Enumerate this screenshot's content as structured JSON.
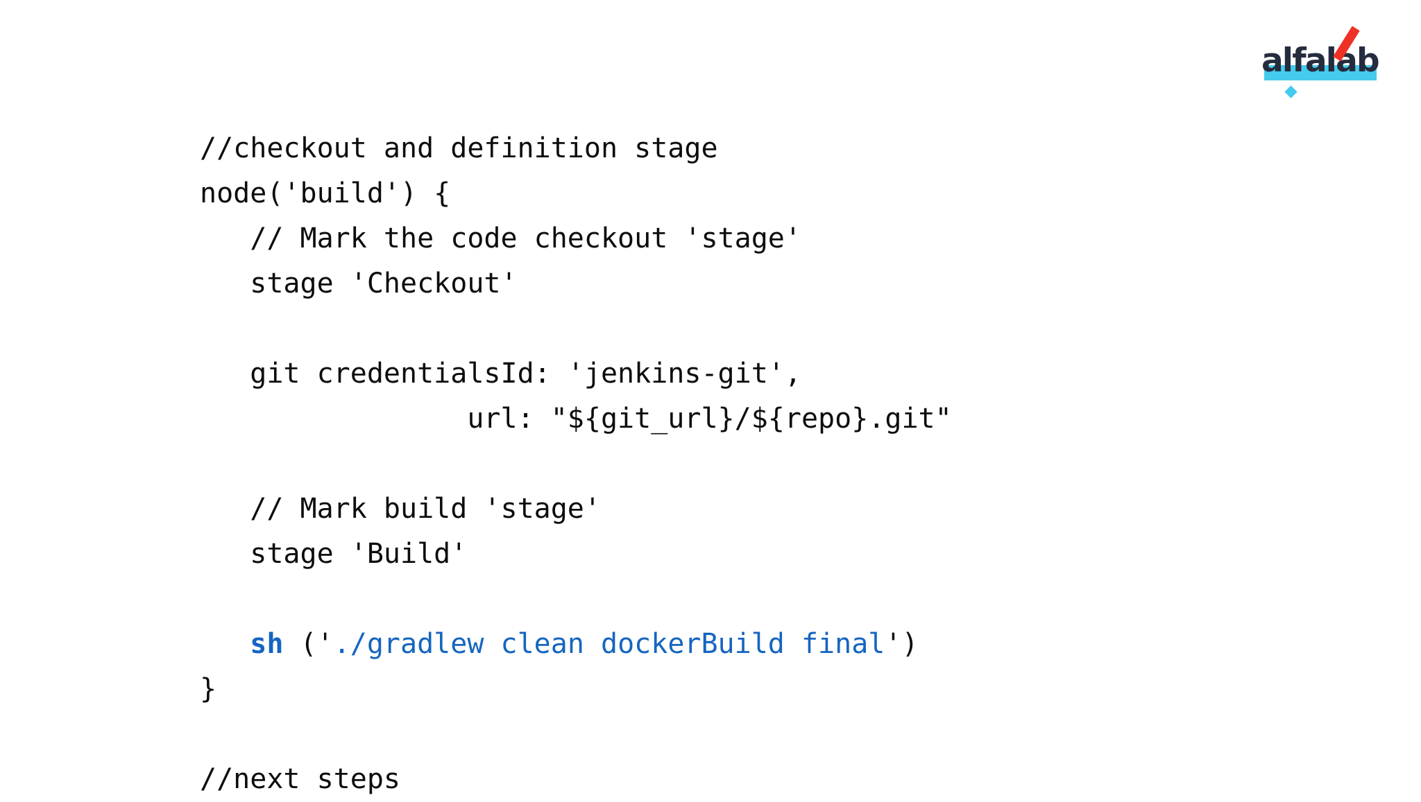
{
  "slide": {
    "background_color": "#ffffff",
    "text_color": "#0d0d0d"
  },
  "logo": {
    "wordmark": "alfalab",
    "wordmark_color": "#252C3E",
    "bar_color": "#45CBEE",
    "accent_color": "#EE3124",
    "diamond_color": "#45CBEE"
  },
  "code": {
    "language": "groovy",
    "lines": [
      {
        "indent": 0,
        "segments": [
          {
            "type": "comment",
            "text": "//checkout and definition stage"
          }
        ]
      },
      {
        "indent": 0,
        "segments": [
          {
            "type": "plain",
            "text": "node('build') {"
          }
        ]
      },
      {
        "indent": 1,
        "segments": [
          {
            "type": "comment",
            "text": "// Mark the code checkout 'stage'"
          }
        ]
      },
      {
        "indent": 1,
        "segments": [
          {
            "type": "plain",
            "text": "stage 'Checkout'"
          }
        ]
      },
      {
        "indent": 0,
        "segments": [
          {
            "type": "plain",
            "text": ""
          }
        ]
      },
      {
        "indent": 1,
        "segments": [
          {
            "type": "plain",
            "text": "git credentialsId: 'jenkins-git',"
          }
        ]
      },
      {
        "indent": 0,
        "segments": [
          {
            "type": "plain",
            "text": "                url: \"${git_url}/${repo}.git\""
          }
        ]
      },
      {
        "indent": 0,
        "segments": [
          {
            "type": "plain",
            "text": ""
          }
        ]
      },
      {
        "indent": 1,
        "segments": [
          {
            "type": "comment",
            "text": "// Mark build 'stage'"
          }
        ]
      },
      {
        "indent": 1,
        "segments": [
          {
            "type": "plain",
            "text": "stage 'Build'"
          }
        ]
      },
      {
        "indent": 0,
        "segments": [
          {
            "type": "plain",
            "text": ""
          }
        ]
      },
      {
        "indent": 1,
        "segments": [
          {
            "type": "keyword",
            "text": "sh"
          },
          {
            "type": "plain",
            "text": " ('"
          },
          {
            "type": "string",
            "text": "./gradlew clean dockerBuild final"
          },
          {
            "type": "plain",
            "text": "')"
          }
        ]
      },
      {
        "indent": 0,
        "segments": [
          {
            "type": "plain",
            "text": "}"
          }
        ]
      },
      {
        "indent": 0,
        "segments": [
          {
            "type": "plain",
            "text": ""
          }
        ]
      },
      {
        "indent": 0,
        "segments": [
          {
            "type": "comment",
            "text": "//next steps"
          }
        ]
      }
    ],
    "plain_text": "//checkout and definition stage\nnode('build') {\n   // Mark the code checkout 'stage'\n   stage 'Checkout'\n\n   git credentialsId: 'jenkins-git',\n                url: \"${git_url}/${repo}.git\"\n\n   // Mark build 'stage'\n   stage 'Build'\n\n   sh ('./gradlew clean dockerBuild final')\n}\n\n//next steps",
    "colors": {
      "keyword": "#1565C0",
      "string": "#1565C0",
      "plain": "#0D0D0D"
    }
  }
}
